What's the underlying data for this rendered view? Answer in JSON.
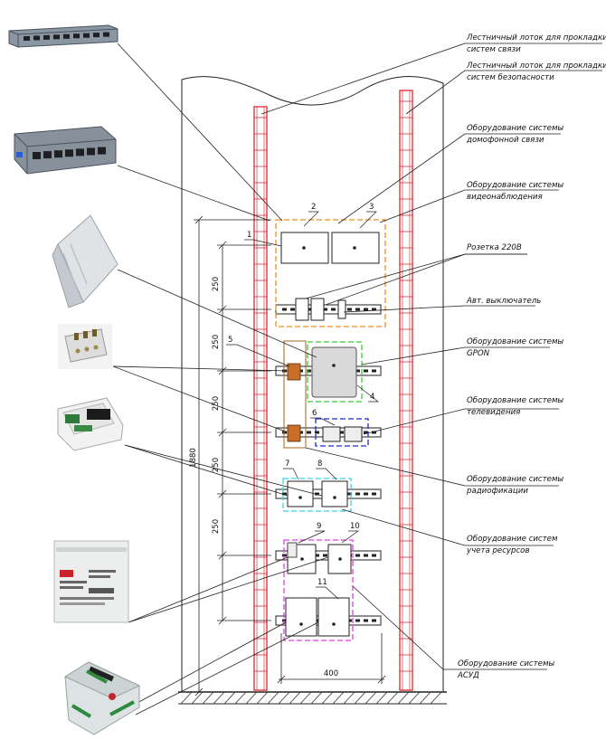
{
  "labels": [
    {
      "id": "tray-comm",
      "lines": [
        "Лестничный лоток для прокладки",
        "систем связи"
      ]
    },
    {
      "id": "tray-security",
      "lines": [
        "Лестничный лоток для прокладки",
        "систем безопасности"
      ]
    },
    {
      "id": "intercom",
      "lines": [
        "Оборудование системы",
        "домофонной связи"
      ]
    },
    {
      "id": "cctv",
      "lines": [
        "Оборудование системы",
        "видеонаблюдения"
      ]
    },
    {
      "id": "socket",
      "lines": [
        "Розетка 220В"
      ]
    },
    {
      "id": "breaker",
      "lines": [
        "Авт. выключатель"
      ]
    },
    {
      "id": "gpon",
      "lines": [
        "Оборудование системы",
        "GPON"
      ]
    },
    {
      "id": "tv",
      "lines": [
        "Оборудование системы",
        "телевидения"
      ]
    },
    {
      "id": "radio",
      "lines": [
        "Оборудование системы",
        "радиофикации"
      ]
    },
    {
      "id": "metering",
      "lines": [
        "Оборудование систем",
        "учета ресурсов"
      ]
    },
    {
      "id": "acs",
      "lines": [
        "Оборудование системы",
        "АСУД"
      ]
    }
  ],
  "numbers": [
    "1",
    "2",
    "3",
    "4",
    "5",
    "6",
    "7",
    "8",
    "9",
    "10",
    "11"
  ],
  "dimensions": {
    "spacing": [
      "250",
      "250",
      "250",
      "250",
      "250"
    ],
    "height": "1880",
    "width": "400"
  },
  "colors": {
    "tray": "#d7191f",
    "group_intercom": "#f08c1e",
    "group_gpon": "#3cc83c",
    "group_tv": "#1e2ad0",
    "group_radio": "#36d2e6",
    "group_metering": "#e23fe6",
    "bracket": "#a0641e",
    "terminal": "#c86e28"
  },
  "photos": [
    "switch-small-icon",
    "switch-poe-icon",
    "gpon-box-icon",
    "terminal-block-icon",
    "junction-box-icon",
    "power-supply-icon",
    "din-module-icon"
  ]
}
